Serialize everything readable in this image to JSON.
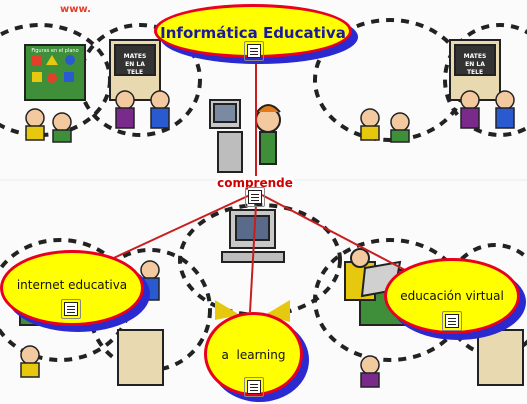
{
  "map": {
    "root": {
      "label": "Informática Educativa"
    },
    "link": {
      "label": "comprende"
    },
    "concepts": [
      {
        "label": "internet educativa"
      },
      {
        "label": "a  learning"
      },
      {
        "label": "educación virtual"
      }
    ]
  },
  "background": {
    "tile_sign_text": "MATES EN LA TELE",
    "board_text": "Figuras en el plano",
    "corner_text": "www."
  },
  "colors": {
    "node_fill": "#ffff00",
    "node_border": "#e8001c",
    "node_shadow": "#2a2ad0",
    "connector": "#c81e1e",
    "title_text": "#1a1a9a",
    "link_text": "#d00000"
  },
  "icons": [
    "document-icon",
    "computer-kids-clipart",
    "classroom-clipart"
  ]
}
